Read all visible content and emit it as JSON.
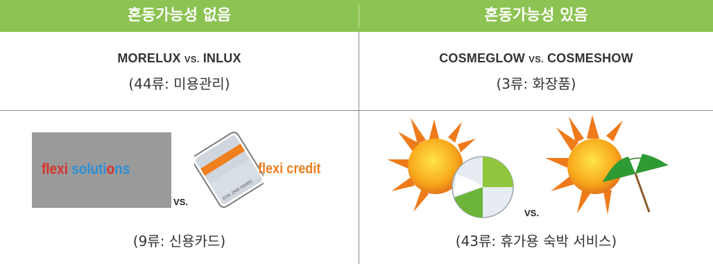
{
  "header": {
    "col_left": "혼동가능성 없음",
    "col_right": "혼동가능성 있음"
  },
  "rows": [
    {
      "left": {
        "mark_a": "MORELUX",
        "vs": "VS.",
        "mark_b": "INLUX",
        "class": "(44류: 미용관리)"
      },
      "right": {
        "mark_a": "COSMEGLOW",
        "vs": "VS.",
        "mark_b": "COSMESHOW",
        "class": "(3류: 화장품)"
      }
    },
    {
      "left": {
        "logo_a_word1": "flexi",
        "logo_a_word2": "soluti",
        "logo_a_word3": "o",
        "logo_a_word4": "ns",
        "vs": "VS.",
        "logo_b": "flexi credit",
        "card_number": "4256 2898 585850",
        "class": "(9류: 신용카드)"
      },
      "right": {
        "vs": "VS.",
        "class": "(43류: 휴가용 숙박 서비스)"
      }
    }
  ],
  "colors": {
    "header_bg": "#8dc352",
    "flexi_red": "#d9302a",
    "flexi_blue": "#2e8fd6",
    "flexi_orange": "#f07f1e"
  }
}
